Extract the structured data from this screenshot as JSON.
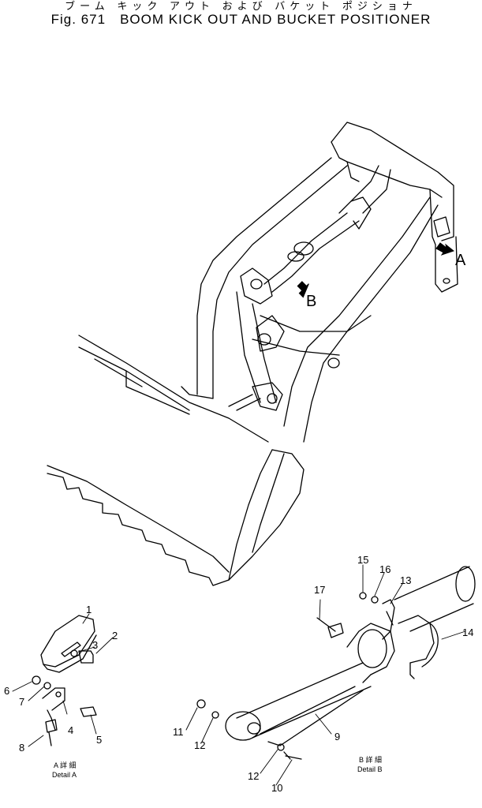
{
  "header": {
    "title_jp": "ブーム キック アウト および バケット ポジショナ",
    "fig_number": "Fig. 671",
    "title_en": "BOOM KICK OUT AND BUCKET POSITIONER"
  },
  "callouts": {
    "a": "A",
    "b": "B"
  },
  "parts": [
    "1",
    "2",
    "3",
    "4",
    "5",
    "6",
    "7",
    "8",
    "9",
    "10",
    "11",
    "12",
    "12",
    "13",
    "14",
    "15",
    "16",
    "17"
  ],
  "captions": {
    "detail_a_jp": "A 詳 細",
    "detail_a_en": "Detail A",
    "detail_b_jp": "B 詳 細",
    "detail_b_en": "Detail B"
  }
}
